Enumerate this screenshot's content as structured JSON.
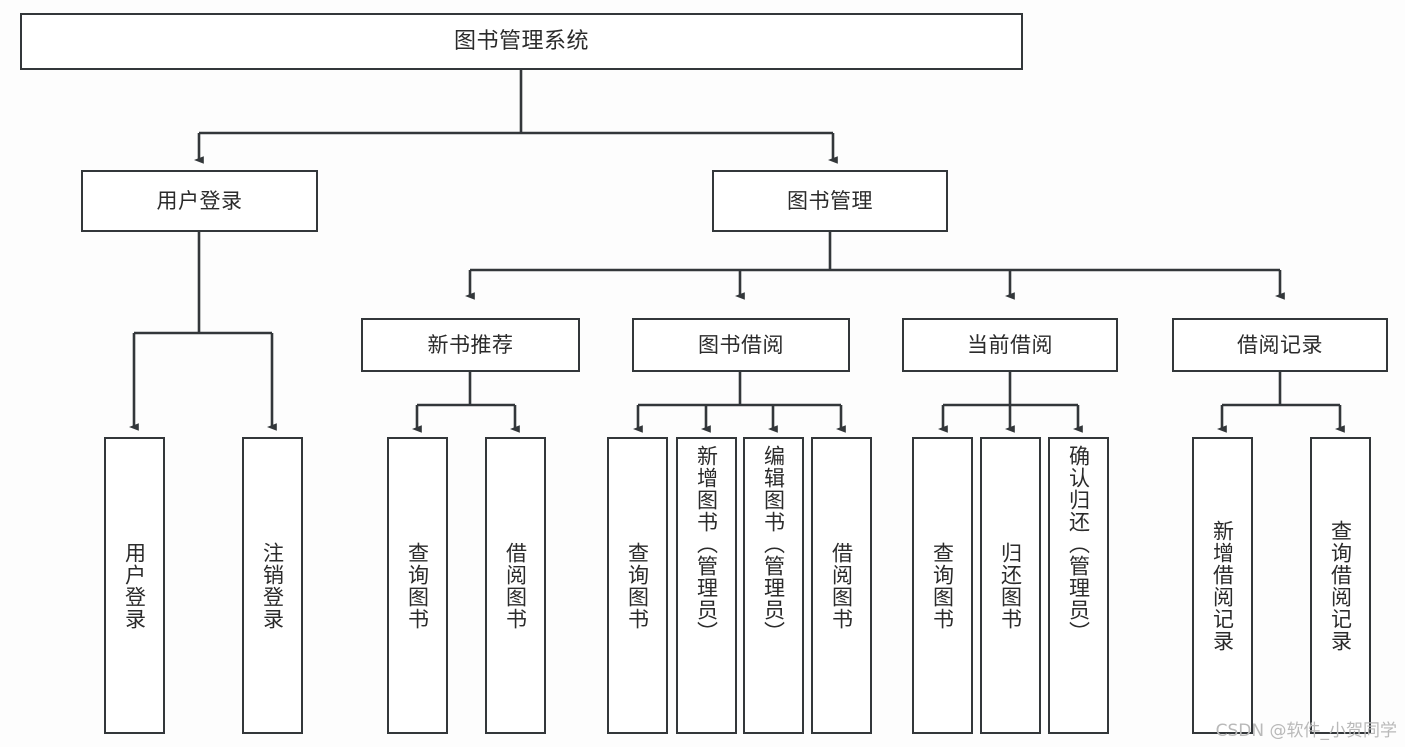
{
  "diagram": {
    "title": "图书管理系统",
    "type": "tree-hierarchy-diagram",
    "watermark": "CSDN @软件_小贺同学",
    "colors": {
      "border": "#33373a",
      "background": "#ffffff",
      "text": "#2b2b2b",
      "watermark": "#b9b9b9"
    },
    "levels": {
      "root": "图书管理系统",
      "level1": [
        "用户登录",
        "图书管理"
      ],
      "level2": [
        "新书推荐",
        "图书借阅",
        "当前借阅",
        "借阅记录"
      ]
    },
    "nodes": {
      "root": {
        "label": "图书管理系统"
      },
      "user_login": {
        "label": "用户登录"
      },
      "book_management": {
        "label": "图书管理"
      },
      "new_book_recommend": {
        "label": "新书推荐"
      },
      "book_borrow": {
        "label": "图书借阅"
      },
      "current_borrow": {
        "label": "当前借阅"
      },
      "borrow_record": {
        "label": "借阅记录"
      },
      "leaf_user_login": {
        "label": "用户登录"
      },
      "leaf_user_logout": {
        "label": "注销登录"
      },
      "leaf_query_book_1": {
        "label": "查询图书"
      },
      "leaf_borrow_book_1": {
        "label": "借阅图书"
      },
      "leaf_query_book_2": {
        "label": "查询图书"
      },
      "leaf_add_book_admin": {
        "label": "新增图书（管理员）"
      },
      "leaf_edit_book_admin": {
        "label": "编辑图书（管理员）"
      },
      "leaf_borrow_book_2": {
        "label": "借阅图书"
      },
      "leaf_query_book_3": {
        "label": "查询图书"
      },
      "leaf_return_book": {
        "label": "归还图书"
      },
      "leaf_confirm_return_admin": {
        "label": "确认归还（管理员）"
      },
      "leaf_add_borrow_record": {
        "label": "新增借阅记录"
      },
      "leaf_query_borrow_record": {
        "label": "查询借阅记录"
      }
    },
    "edges": [
      {
        "from": "图书管理系统",
        "to": "用户登录"
      },
      {
        "from": "图书管理系统",
        "to": "图书管理"
      },
      {
        "from": "用户登录",
        "to": "用户登录"
      },
      {
        "from": "用户登录",
        "to": "注销登录"
      },
      {
        "from": "图书管理",
        "to": "新书推荐"
      },
      {
        "from": "图书管理",
        "to": "图书借阅"
      },
      {
        "from": "图书管理",
        "to": "当前借阅"
      },
      {
        "from": "图书管理",
        "to": "借阅记录"
      },
      {
        "from": "新书推荐",
        "to": "查询图书"
      },
      {
        "from": "新书推荐",
        "to": "借阅图书"
      },
      {
        "from": "图书借阅",
        "to": "查询图书"
      },
      {
        "from": "图书借阅",
        "to": "新增图书（管理员）"
      },
      {
        "from": "图书借阅",
        "to": "编辑图书（管理员）"
      },
      {
        "from": "图书借阅",
        "to": "借阅图书"
      },
      {
        "from": "当前借阅",
        "to": "查询图书"
      },
      {
        "from": "当前借阅",
        "to": "归还图书"
      },
      {
        "from": "当前借阅",
        "to": "确认归还（管理员）"
      },
      {
        "from": "借阅记录",
        "to": "新增借阅记录"
      },
      {
        "from": "借阅记录",
        "to": "查询借阅记录"
      }
    ]
  }
}
